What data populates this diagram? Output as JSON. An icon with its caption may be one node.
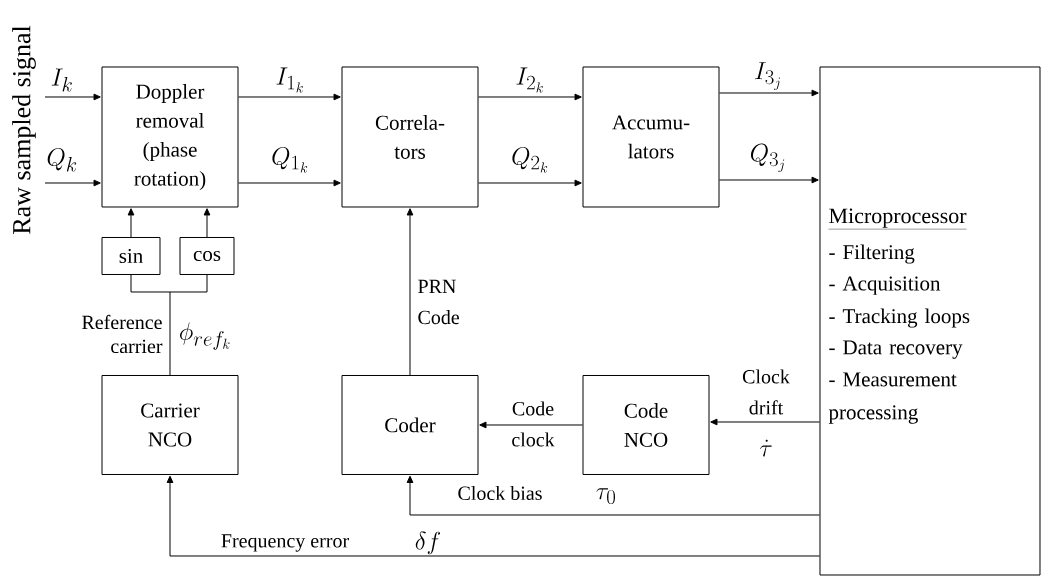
{
  "diagram": {
    "nodes": [
      {
        "text": [
          "Doppler removal (phase rotation)"
        ]
      },
      {
        "text": [
          "Correla- tors"
        ]
      },
      {
        "text": [
          "Accumu- lators"
        ]
      },
      {
        "text": [
          "Microprocessor",
          "- Filtering",
          "- Acquisition",
          "- Tracking loops",
          "- Data recovery",
          "- Measurement processing"
        ]
      },
      {
        "text": [
          "sin"
        ]
      },
      {
        "text": [
          "cos"
        ]
      },
      {
        "text": [
          "Carrier NCO"
        ]
      },
      {
        "text": [
          "Coder"
        ]
      },
      {
        "text": [
          "Code NCO"
        ]
      }
    ],
    "edges": [
      {
        "from": null,
        "to": 0,
        "arrow": "to",
        "label": "I_k"
      },
      {
        "from": null,
        "to": 0,
        "arrow": "to",
        "label": "Q_k"
      },
      {
        "from": 0,
        "to": 1,
        "arrow": "to",
        "label": "I_{1_k}"
      },
      {
        "from": 0,
        "to": 1,
        "arrow": "to",
        "label": "Q_{1_k}"
      },
      {
        "from": 1,
        "to": 2,
        "arrow": "to",
        "label": "I_{2_k}"
      },
      {
        "from": 1,
        "to": 2,
        "arrow": "to",
        "label": "Q_{2_k}"
      },
      {
        "from": 2,
        "to": 3,
        "arrow": "to",
        "label": "I_{3_j}"
      },
      {
        "from": 2,
        "to": 3,
        "arrow": "to",
        "label": "Q_{3_j}"
      },
      {
        "from": 4,
        "to": 0,
        "arrow": "to"
      },
      {
        "from": 5,
        "to": 0,
        "arrow": "to"
      },
      {
        "from": 6,
        "to": 4,
        "arrow": "none"
      },
      {
        "from": 6,
        "to": 5,
        "arrow": "none"
      },
      {
        "from": 7,
        "to": 1,
        "arrow": "to",
        "label": "PRN Code"
      },
      {
        "from": 8,
        "to": 7,
        "arrow": "to",
        "label": "Code clock"
      },
      {
        "from": 3,
        "to": 8,
        "arrow": "to",
        "label": "Clock drift"
      },
      {
        "from": 3,
        "to": 7,
        "arrow": "to",
        "label": "Clock bias"
      },
      {
        "from": 3,
        "to": 6,
        "arrow": "to",
        "label": "Frequency error"
      }
    ],
    "labels": [
      "Raw sampled signal",
      "Reference carrier",
      "\\phi_{ref_k}",
      "\\dot{\\tau}",
      "\\tau_0",
      "\\delta f"
    ]
  }
}
